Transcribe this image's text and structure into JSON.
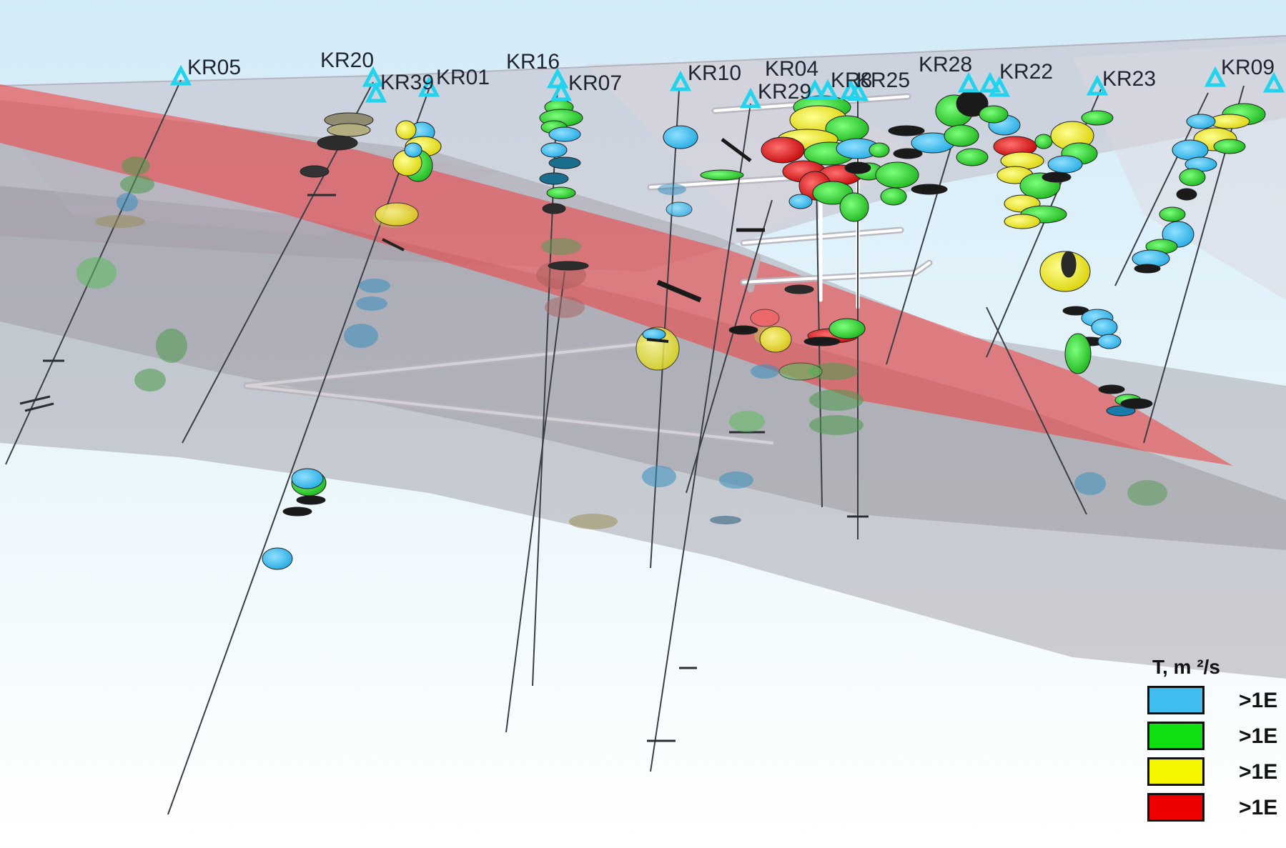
{
  "boreholes": [
    {
      "id": "KR05"
    },
    {
      "id": "KR20"
    },
    {
      "id": "KR39"
    },
    {
      "id": "KR01"
    },
    {
      "id": "KR16"
    },
    {
      "id": "KR07"
    },
    {
      "id": "KR10"
    },
    {
      "id": "KR04"
    },
    {
      "id": "KR29"
    },
    {
      "id": "KR8"
    },
    {
      "id": "KR25"
    },
    {
      "id": "KR28"
    },
    {
      "id": "KR22"
    },
    {
      "id": "KR23"
    },
    {
      "id": "KR09"
    }
  ],
  "legend": {
    "title": "T, m ²/s",
    "items": [
      {
        "label": ">1E",
        "color": "#40bdf0"
      },
      {
        "label": ">1E",
        "color": "#10e010"
      },
      {
        "label": ">1E",
        "color": "#f5f500"
      },
      {
        "label": ">1E",
        "color": "#ee0000"
      }
    ]
  },
  "colors": {
    "background_top": "#d2ebf8",
    "surface_grey": "#8f8a92",
    "fault_plane": "#f03c3c",
    "marker": "#22d3ee"
  }
}
